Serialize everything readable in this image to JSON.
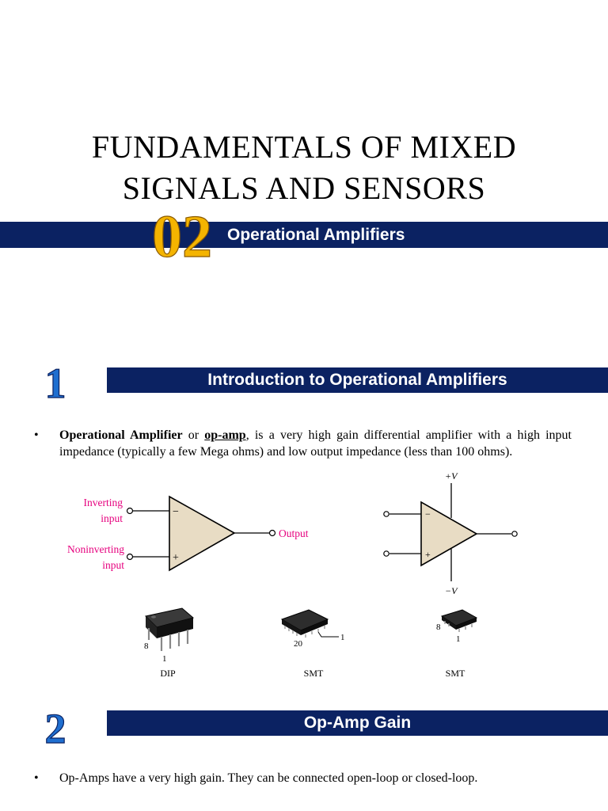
{
  "title": {
    "line1": "FUNDAMENTALS OF MIXED",
    "line2": "SIGNALS AND SENSORS"
  },
  "chapter": {
    "number": "02",
    "name": "Operational Amplifiers"
  },
  "sections": [
    {
      "number": "1",
      "heading": "Introduction to Operational Amplifiers",
      "bullet": {
        "term": "Operational Amplifier",
        "connector": " or ",
        "abbrev": "op-amp",
        "text": ", is a very high gain differential amplifier with a high input impedance (typically a few Mega ohms) and low output impedance (less than 100 ohms)."
      }
    },
    {
      "number": "2",
      "heading": "Op-Amp Gain",
      "bullet": {
        "text": "Op-Amps have a very high gain. They can be connected open-loop or closed-loop."
      }
    }
  ],
  "figure": {
    "left_symbol": {
      "inverting_l1": "Inverting",
      "inverting_l2": "input",
      "noninverting_l1": "Noninverting",
      "noninverting_l2": "input",
      "output": "Output",
      "minus": "−",
      "plus": "+"
    },
    "right_symbol": {
      "pos_supply": "+V",
      "neg_supply": "−V",
      "minus": "−",
      "plus": "+"
    },
    "packages": [
      {
        "name": "DIP",
        "pin_a": "8",
        "pin_b": "1"
      },
      {
        "name": "SMT",
        "pin_a": "20",
        "pin_b": "1"
      },
      {
        "name": "SMT",
        "pin_a": "8",
        "pin_b": "1"
      }
    ]
  },
  "colors": {
    "band": "#0b2262",
    "label_pink": "#e6007e",
    "triangle_fill": "#e8dcc4",
    "chapter_gold": "#f4b400",
    "section_blue": "#1f6fd0"
  }
}
